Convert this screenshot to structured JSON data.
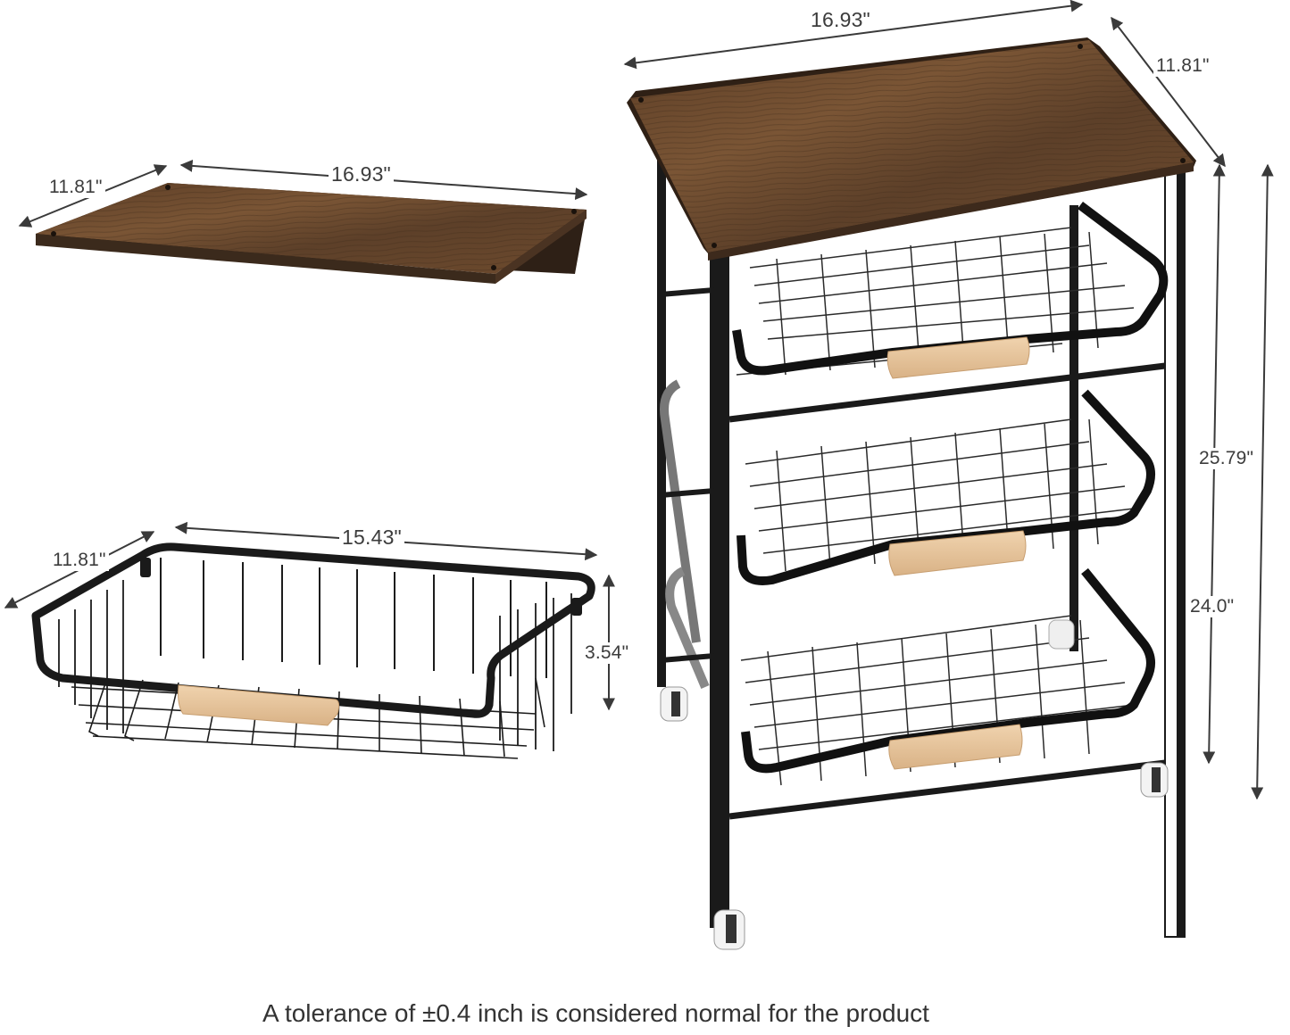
{
  "diagram": {
    "type": "product-dimension-diagram",
    "subject": "3-tier rolling wire basket cart with rustic wood top",
    "components": [
      {
        "id": "top-board",
        "label": "Wood top board",
        "dimensions": {
          "width": "16.93\"",
          "depth": "11.81\""
        }
      },
      {
        "id": "wire-basket",
        "label": "Wire basket drawer with wood handle",
        "dimensions": {
          "width": "15.43\"",
          "depth": "11.81\"",
          "height": "3.54\""
        }
      },
      {
        "id": "assembled-cart",
        "label": "Assembled cart with 3 baskets and 4 casters",
        "dimensions": {
          "width": "16.93\"",
          "depth": "11.81\"",
          "overall_height": "25.79\"",
          "frame_height": "24.0\""
        },
        "basket_count": 3,
        "caster_count": 4
      }
    ],
    "labels": {
      "top_width": "16.93\"",
      "top_depth": "11.81\"",
      "basket_width": "15.43\"",
      "basket_depth": "11.81\"",
      "basket_height": "3.54\"",
      "cart_width": "16.93\"",
      "cart_depth": "11.81\"",
      "cart_overall_height": "25.79\"",
      "cart_frame_height": "24.0\""
    },
    "caption": "A tolerance of ±0.4 inch is considered normal for the product",
    "colors": {
      "background": "#ffffff",
      "wood": "#6b4a2e",
      "wood_dark": "#3e2a1b",
      "metal": "#1a1a1a",
      "handle": "#e9c79e",
      "caster": "#f2f2f2",
      "dimension_line": "#3a3a3a",
      "text": "#3a3a3a"
    }
  }
}
